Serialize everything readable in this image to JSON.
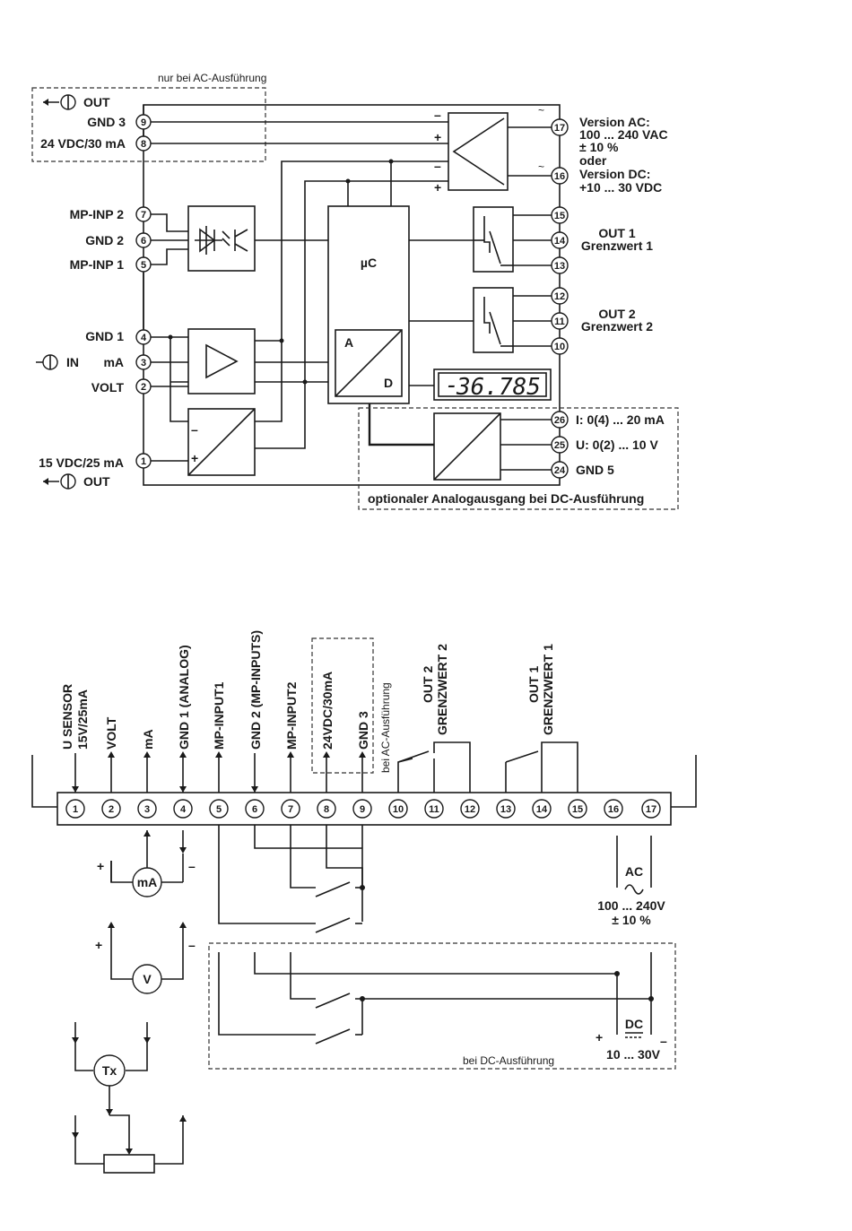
{
  "top": {
    "ac_only_note": "nur bei AC-Ausführung",
    "left": {
      "out_top": "OUT",
      "gnd3": "GND 3",
      "v24": "24 VDC/30 mA",
      "mp_inp2": "MP-INP 2",
      "gnd2": "GND 2",
      "mp_inp1": "MP-INP 1",
      "gnd1": "GND 1",
      "in": "IN",
      "ma": "mA",
      "volt": "VOLT",
      "v15": "15 VDC/25 mA",
      "out_bottom": "OUT"
    },
    "terminals_left": [
      "9",
      "8",
      "7",
      "6",
      "5",
      "4",
      "3",
      "2",
      "1"
    ],
    "terminals_right": [
      "17",
      "16",
      "15",
      "14",
      "13",
      "12",
      "11",
      "10",
      "26",
      "25",
      "24"
    ],
    "supply": {
      "line1": "Version AC:",
      "line2": "100 ... 240 VAC",
      "line3": "± 10 %",
      "line4": "oder",
      "line5": "Version DC:",
      "line6": "+10 ... 30 VDC"
    },
    "out1": {
      "line1": "OUT 1",
      "line2": "Grenzwert 1"
    },
    "out2": {
      "line1": "OUT 2",
      "line2": "Grenzwert 2"
    },
    "uc": "µC",
    "adc_a": "A",
    "adc_d": "D",
    "display_minus": "-",
    "display_value": "36.785",
    "analog_out": {
      "i": "I:  0(4) ... 20 mA",
      "u": "U: 0(2) ... 10 V",
      "gnd5": "GND 5",
      "caption": "optionaler Analogausgang bei DC-Ausführung"
    },
    "supply_polarity": {
      "minus1": "–",
      "plus1": "+",
      "minus2": "–",
      "plus2": "+",
      "ac1": "~",
      "ac2": "~"
    },
    "sensor_polarity": {
      "minus": "–",
      "plus": "+"
    }
  },
  "bottom": {
    "col_labels": [
      "U SENSOR",
      "15V/25mA",
      "VOLT",
      "mA",
      "GND 1 (ANALOG)",
      "MP-INPUT1",
      "GND 2 (MP-INPUTS)",
      "MP-INPUT2",
      "24VDC/30mA",
      "GND 3"
    ],
    "ac_only_note": "bei AC-Ausführung",
    "out2": {
      "line1": "OUT 2",
      "line2": "GRENZWERT 2"
    },
    "out1": {
      "line1": "OUT 1",
      "line2": "GRENZWERT 1"
    },
    "terminals": [
      "1",
      "2",
      "3",
      "4",
      "5",
      "6",
      "7",
      "8",
      "9",
      "10",
      "11",
      "12",
      "13",
      "14",
      "15",
      "16",
      "17"
    ],
    "meter_ma": "mA",
    "meter_v": "V",
    "tx": "Tx",
    "plus": "+",
    "minus": "–",
    "ac": {
      "label": "AC",
      "range": "100 ... 240V",
      "tol": "± 10 %"
    },
    "dc": {
      "label": "DC",
      "range": "10 ... 30V",
      "plus": "+",
      "minus": "–"
    },
    "dc_note": "bei DC-Ausführung"
  }
}
